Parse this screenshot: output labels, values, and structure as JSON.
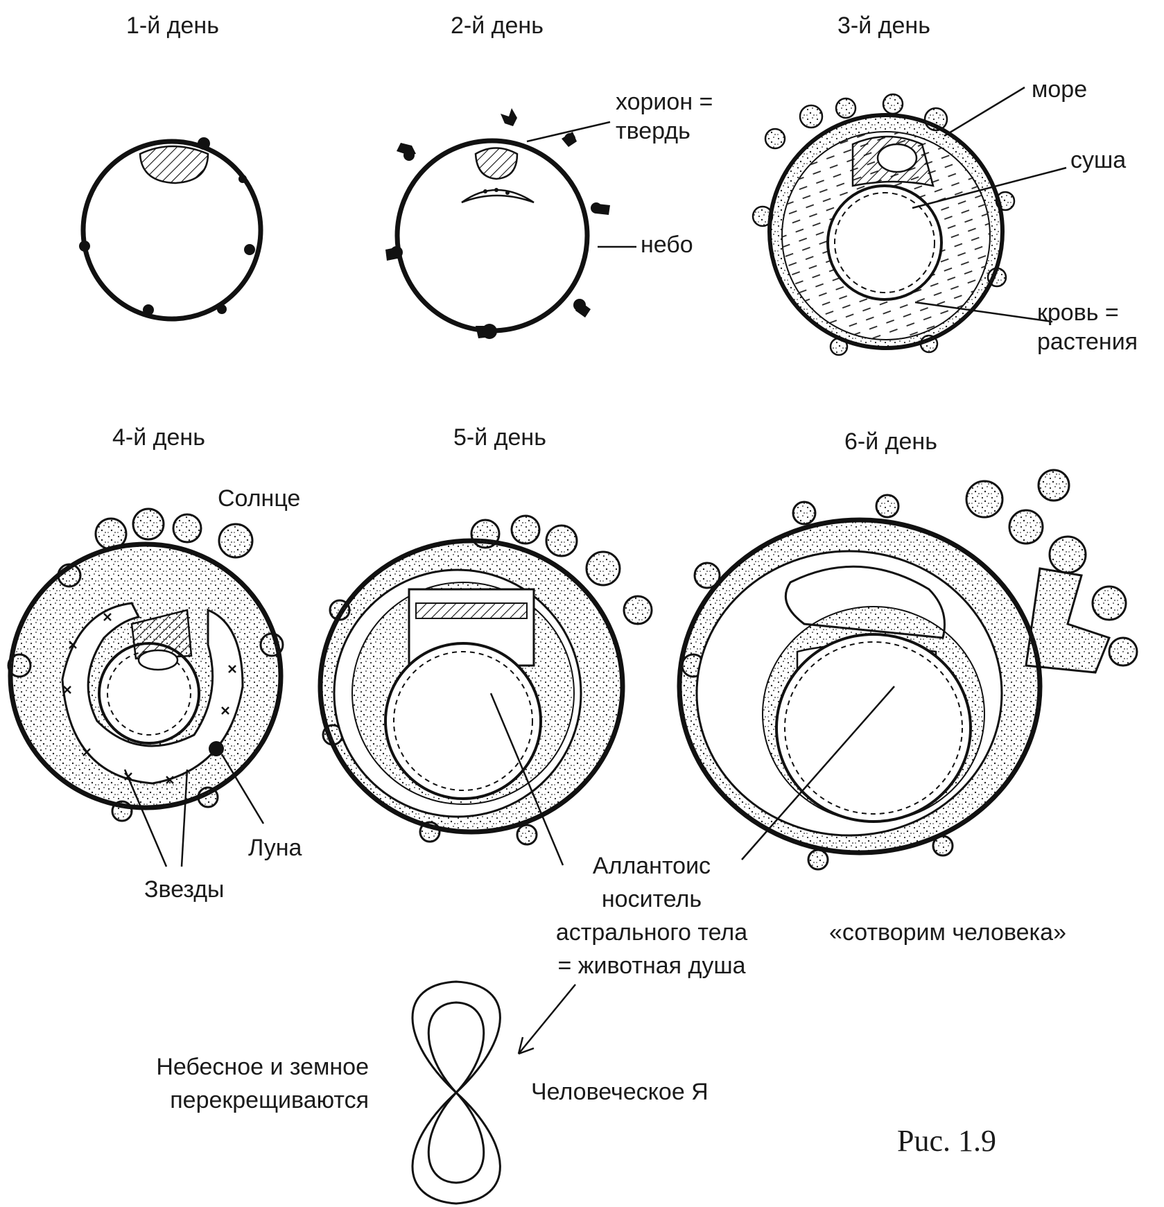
{
  "days": {
    "d1": "1-й день",
    "d2": "2-й день",
    "d3": "3-й день",
    "d4": "4-й день",
    "d5": "5-й день",
    "d6": "6-й день"
  },
  "labels": {
    "chorion_1": "хорион =",
    "chorion_2": "твердь",
    "sky": "небо",
    "sea": "море",
    "land": "суша",
    "blood_1": "кровь =",
    "blood_2": "растения",
    "sun": "Солнце",
    "moon": "Луна",
    "stars": "Звезды",
    "allantois_1": "Аллантоис",
    "allantois_2": "носитель",
    "allantois_3": "астрального тела",
    "allantois_4": "= животная душа",
    "make_man": "«сотворим человека»",
    "heaven_earth_1": "Небесное и земное",
    "heaven_earth_2": "перекрещиваются",
    "human_i": "Человеческое Я",
    "figure": "Рuс. 1.9"
  }
}
